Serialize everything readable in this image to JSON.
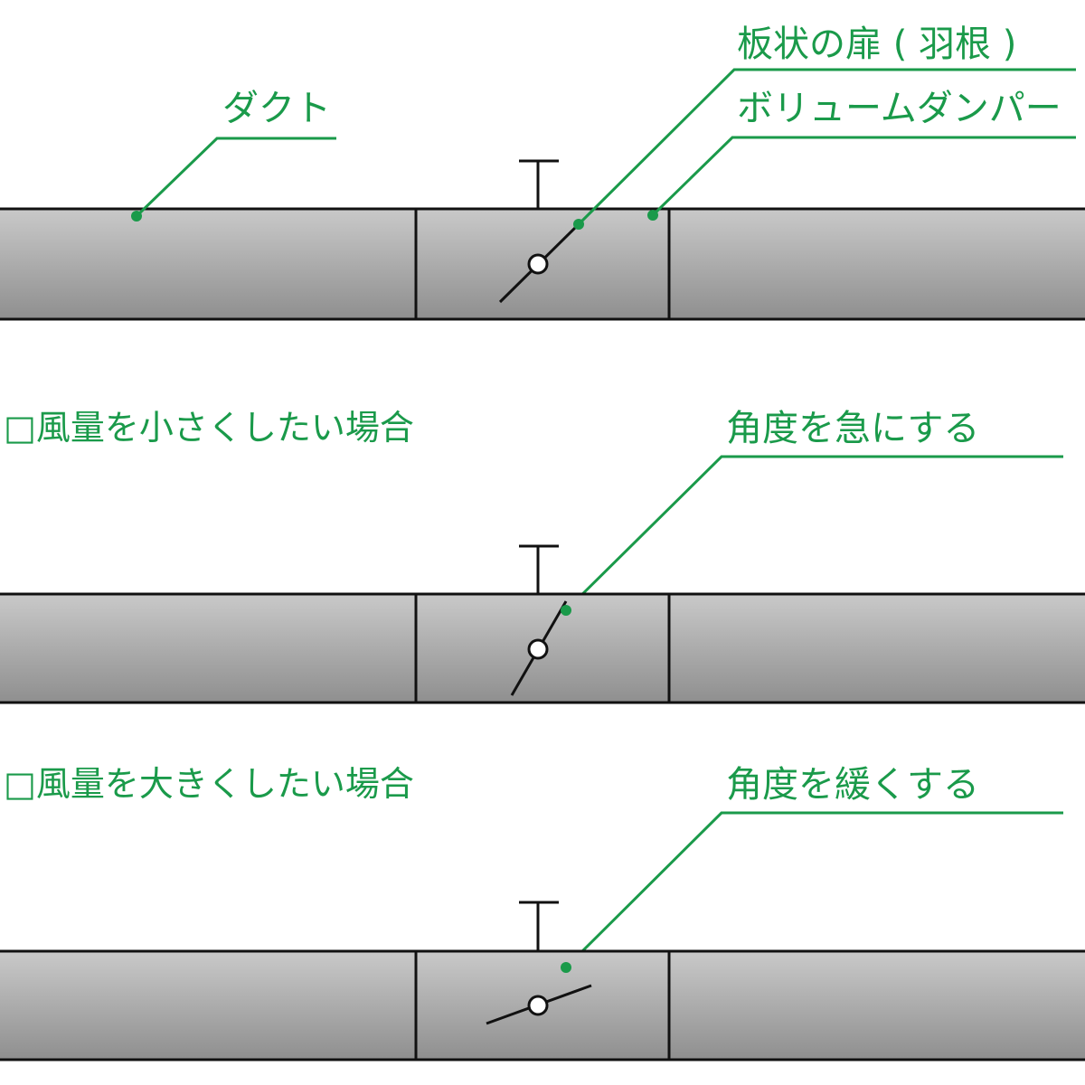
{
  "colors": {
    "accent": "#1a9a4a",
    "outline": "#111111",
    "duct_top": "#c9c9c9",
    "duct_bottom": "#8f8f8f"
  },
  "labels": {
    "duct": "ダクト",
    "blade": "板状の扉 ( 羽根 )",
    "volume_damper": "ボリュームダンパー",
    "steeper": "角度を急にする",
    "gentler": "角度を緩くする"
  },
  "headings": {
    "reduce_airflow": "□風量を小さくしたい場合",
    "increase_airflow": "□風量を大きくしたい場合"
  }
}
